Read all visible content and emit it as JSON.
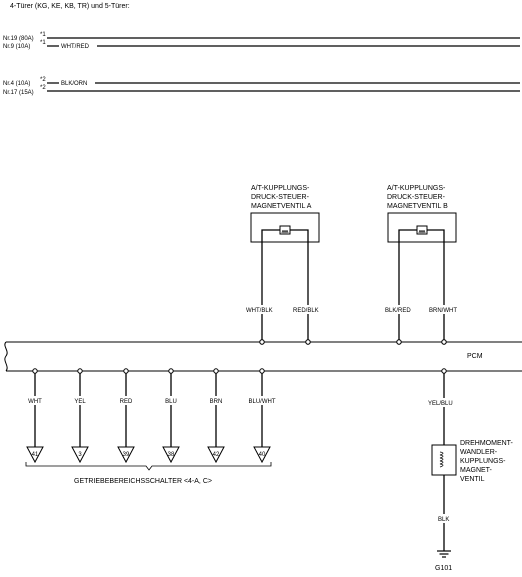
{
  "header": {
    "title": "4-Türer (KG, KE, KB, TR) und 5-Türer:"
  },
  "fuses": [
    {
      "name": "Nr.19 (80A)",
      "ref": "*1",
      "wire": ""
    },
    {
      "name": "Nr.9 (10A)",
      "ref": "*1",
      "wire": "WHT/RED"
    },
    {
      "name": "Nr.4 (10A)",
      "ref": "*2",
      "wire": "BLK/ORN"
    },
    {
      "name": "Nr.17 (15A)",
      "ref": "*2",
      "wire": ""
    }
  ],
  "solenoids": [
    {
      "label_lines": [
        "A/T-KUPPLUNGS-",
        "DRUCK-STEUER-",
        "MAGNETVENTIL A"
      ],
      "wire_left": "WHT/BLK",
      "wire_right": "RED/BLK"
    },
    {
      "label_lines": [
        "A/T-KUPPLUNGS-",
        "DRUCK-STEUER-",
        "MAGNETVENTIL B"
      ],
      "wire_left": "BLK/RED",
      "wire_right": "BRN/WHT"
    }
  ],
  "pcm": {
    "label": "PCM"
  },
  "switch_wires": [
    {
      "color": "WHT",
      "pin": "41"
    },
    {
      "color": "YEL",
      "pin": "3"
    },
    {
      "color": "RED",
      "pin": "39"
    },
    {
      "color": "BLU",
      "pin": "38"
    },
    {
      "color": "BRN",
      "pin": "42"
    },
    {
      "color": "BLU/WHT",
      "pin": "40"
    }
  ],
  "switch_group": {
    "label": "GETRIEBEBEREICHSSCHALTER <4-A, C>"
  },
  "torque_converter": {
    "wire_top": "YEL/BLU",
    "label_lines": [
      "DREHMOMENT-",
      "WANDLER-",
      "KUPPLUNGS-",
      "MAGNET-",
      "VENTIL"
    ],
    "wire_bottom": "BLK",
    "ground": "G101"
  }
}
